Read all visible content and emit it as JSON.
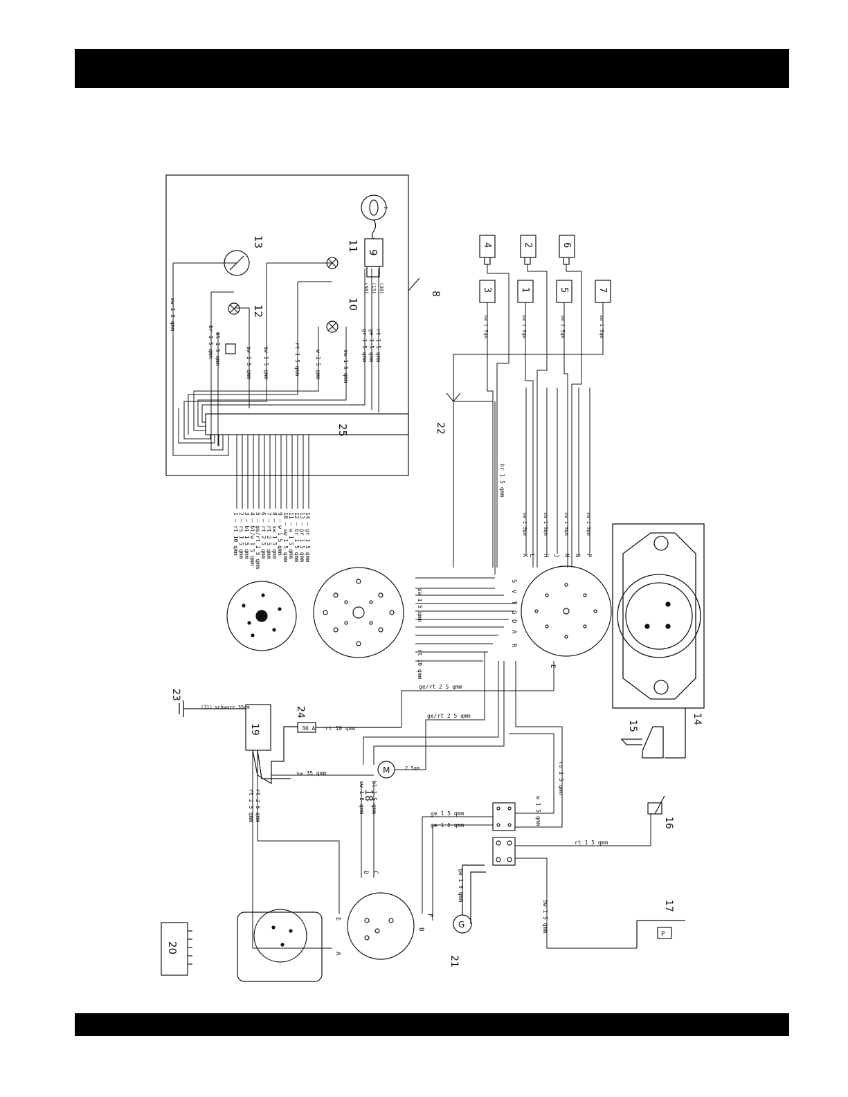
{
  "components": {
    "c1": "1",
    "c2": "2",
    "c3": "3",
    "c4": "4",
    "c5": "5",
    "c6": "6",
    "c7": "7",
    "c8": "8",
    "c9": "9",
    "c10": "10",
    "c11": "11",
    "c12": "12",
    "c13": "13",
    "c14": "14",
    "c15": "15",
    "c16": "16",
    "c17": "17",
    "c18": "18",
    "c19": "19",
    "c20": "20",
    "c21": "21",
    "c22": "22",
    "c23": "23",
    "c24": "24",
    "c25": "25"
  },
  "symbols": {
    "motor": "M",
    "generator": "G",
    "fuse": "30 A",
    "pressure": "P"
  },
  "wires": {
    "sw15": "sw 1 5 qmm",
    "br15": "br 1 5 qmm",
    "bl15": "bl 1 5 qmm",
    "rt15": "rt 1 5 qmm",
    "w15": "w 1 5 qmm",
    "gr15": "gr 1 5 qmm",
    "ge15": "ge 1 5 qmm",
    "rs15": "rs 1 5 qmm",
    "rt10": "rt 10 qmm",
    "gert25": "ge/rt 2 5 qmm",
    "rt25": "rt 2 5 qmm",
    "sw35": "sw 35 qmm",
    "sw15short": "sw 1 5qm",
    "schwarz": "schwarz 35qm",
    "sw25": "2 5qm"
  },
  "harness": [
    "1 — rt 10 qmm",
    "2 — rs 1 5 qmm",
    "3 — bl 1 5 qmm",
    "4 — bl/w 1 5 qmm",
    "5 — ge/rt 2 5 qmm",
    "6 — rt 2 5 qmm",
    "7 — rt 2 5 qmm",
    "8 — sw 1 5 qmm",
    "9 — w 1 5 qmm",
    "10 — sw 1 5 qmm",
    "11 — w 1 5 qmm",
    "12 — br 1 5 qmm",
    "13 — gr 1 5 qmm",
    "14 — gr 1 5 qmm"
  ],
  "pins": {
    "A": "A",
    "B": "B",
    "C": "C",
    "D": "D",
    "E": "E",
    "F": "F",
    "G": "G",
    "H": "H",
    "J": "J",
    "K": "K",
    "L": "L",
    "M": "M",
    "N": "N",
    "P": "P",
    "R": "R",
    "S": "S",
    "T": "T",
    "V": "V"
  },
  "terminals": {
    "t30": "(30)",
    "t31": "(31)",
    "t58": "(58)",
    "t15": "(15)"
  }
}
